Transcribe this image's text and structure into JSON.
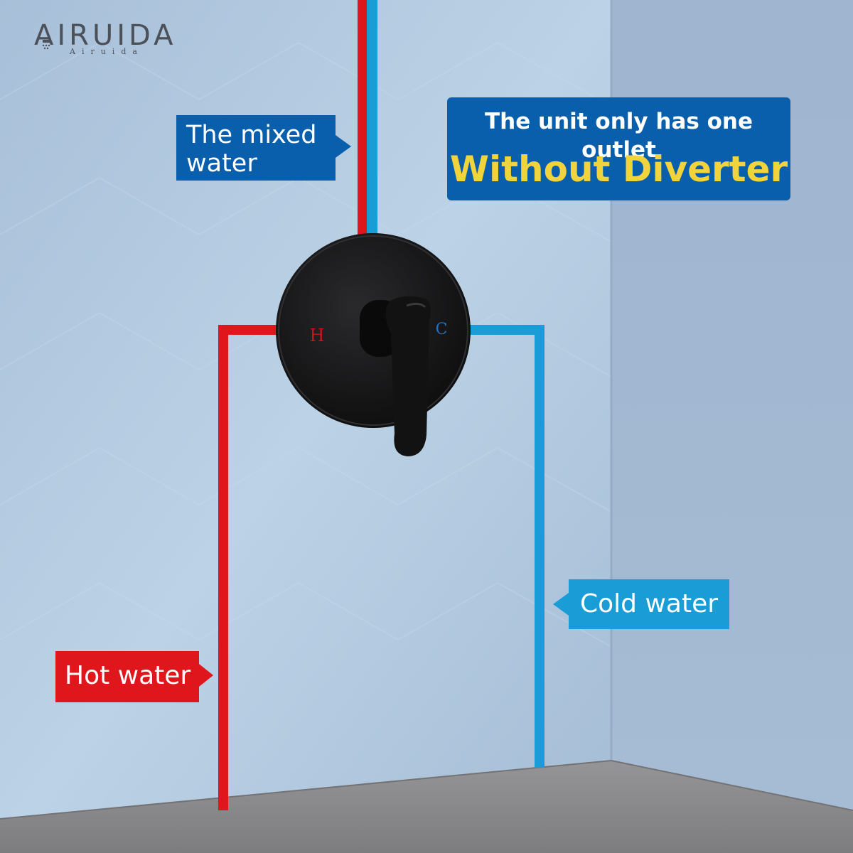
{
  "brand": {
    "name": "AIRUIDA",
    "sub": "Airuida"
  },
  "labels": {
    "mixed_line1": "The mixed",
    "mixed_line2": "water",
    "outlet_line1": "The unit only has one outlet",
    "outlet_line2": "Without Diverter",
    "cold": "Cold water",
    "hot": "Hot water"
  },
  "valve": {
    "hot_mark": "H",
    "cold_mark": "C"
  },
  "colors": {
    "hot": "#e0161d",
    "cold": "#1a9cd6",
    "label_blue": "#0a5fad",
    "headline_yellow": "#f1d33b",
    "wall": "#b4c9de",
    "floor": "#8d8d8f",
    "trim": "#1b1b1c"
  },
  "icons": {
    "brand": "shower-head-icon"
  }
}
